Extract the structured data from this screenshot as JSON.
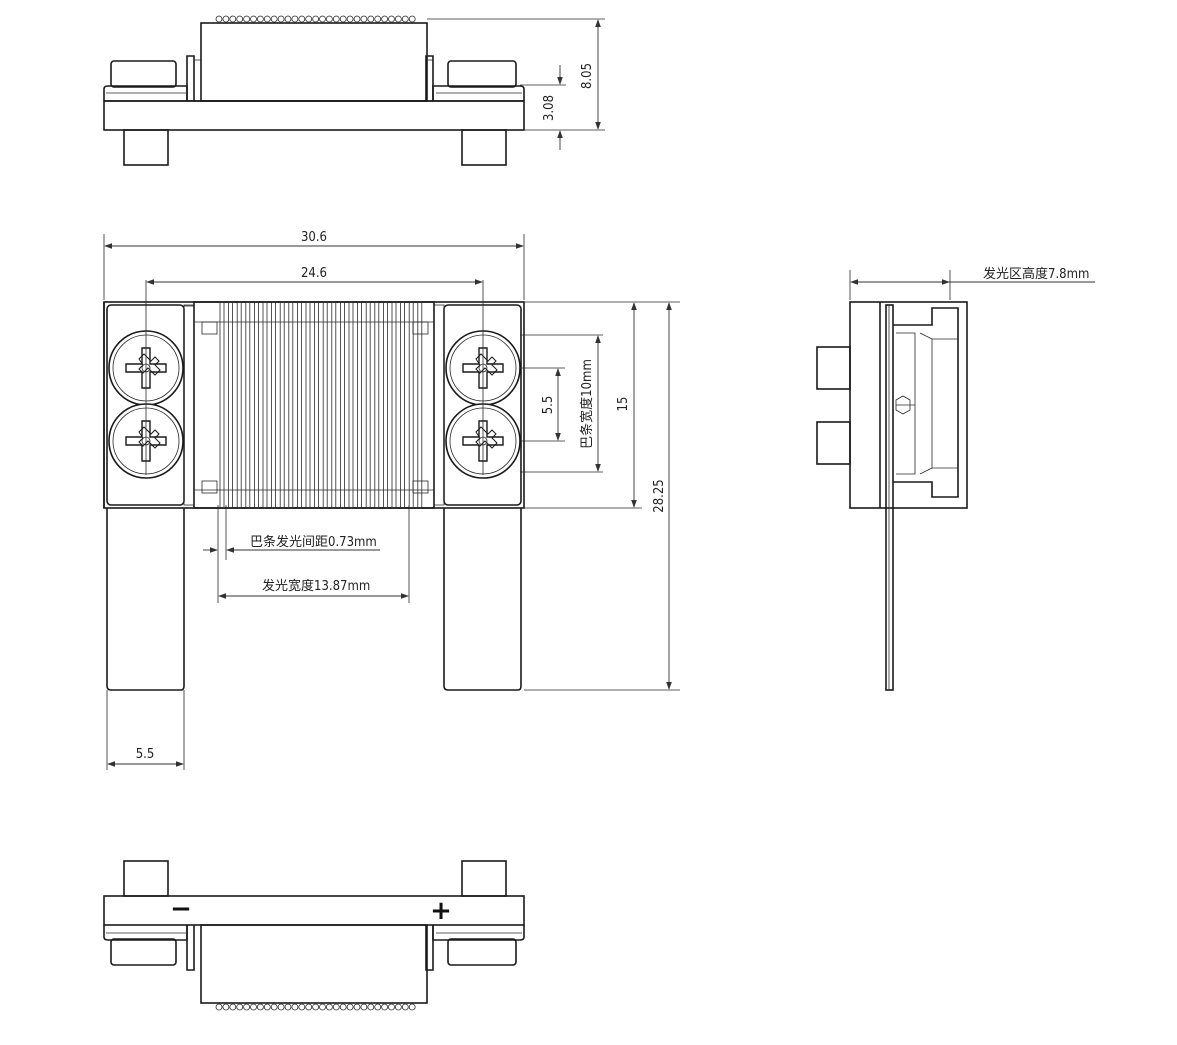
{
  "dimensions": {
    "top_height_total": "8.05",
    "top_height_base": "3.08",
    "overall_width": "30.6",
    "screw_pitch": "24.6",
    "screw_spacing": "5.5",
    "bar_width_label": "巴条宽度10mm",
    "block_height": "15",
    "overall_height": "28.25",
    "bar_pitch_label": "巴条发光间距0.73mm",
    "emit_width_label": "发光宽度13.87mm",
    "tab_width": "5.5",
    "emit_height_label": "发光区高度7.8mm"
  },
  "polarity": {
    "minus": "−",
    "plus": "+"
  }
}
